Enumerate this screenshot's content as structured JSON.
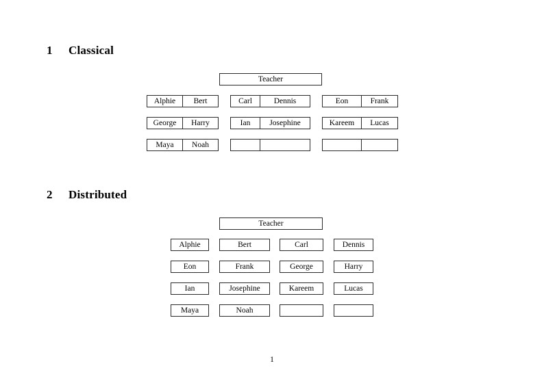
{
  "document": {
    "page_number": "1"
  },
  "sections": [
    {
      "number": "1",
      "title": "Classical",
      "teacher": {
        "label": "Teacher"
      },
      "layout": "paired-groups",
      "groups": [
        {
          "rows": [
            {
              "left": "Alphie",
              "right": "Bert"
            },
            {
              "left": "George",
              "right": "Harry"
            },
            {
              "left": "Maya",
              "right": "Noah"
            }
          ]
        },
        {
          "rows": [
            {
              "left": "Carl",
              "right": "Dennis"
            },
            {
              "left": "Ian",
              "right": "Josephine"
            },
            {
              "left": "",
              "right": ""
            }
          ]
        },
        {
          "rows": [
            {
              "left": "Eon",
              "right": "Frank"
            },
            {
              "left": "Kareem",
              "right": "Lucas"
            },
            {
              "left": "",
              "right": ""
            }
          ]
        }
      ]
    },
    {
      "number": "2",
      "title": "Distributed",
      "teacher": {
        "label": "Teacher"
      },
      "layout": "grid",
      "grid_rows": [
        [
          "Alphie",
          "Bert",
          "Carl",
          "Dennis"
        ],
        [
          "Eon",
          "Frank",
          "George",
          "Harry"
        ],
        [
          "Ian",
          "Josephine",
          "Kareem",
          "Lucas"
        ],
        [
          "Maya",
          "Noah",
          "",
          ""
        ]
      ]
    }
  ]
}
